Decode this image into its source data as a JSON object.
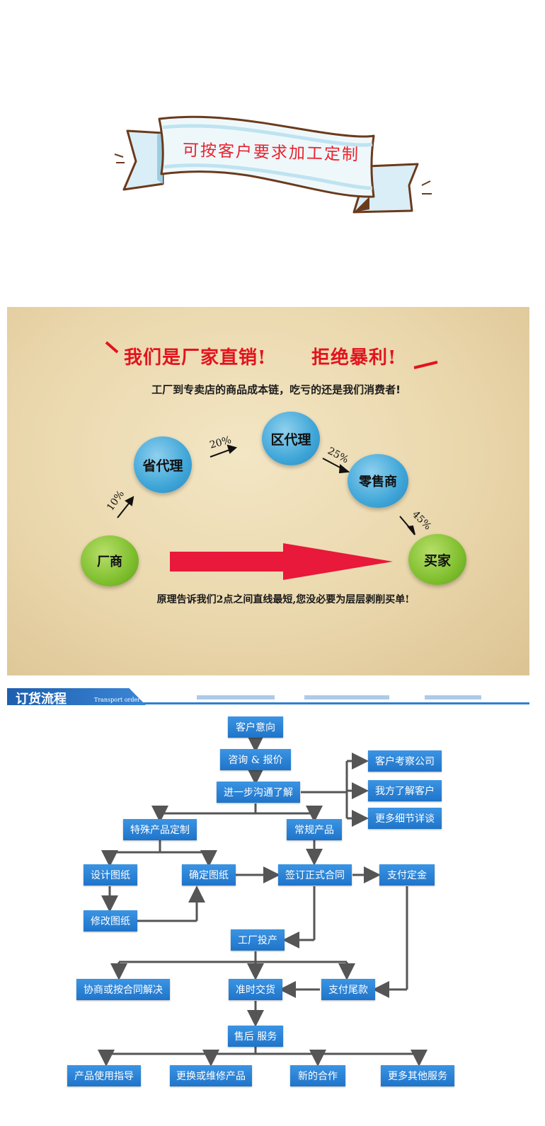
{
  "banner": {
    "text": "可按客户要求加工定制"
  },
  "supply_chain": {
    "title_left": "我们是厂家直销!",
    "title_right": "拒绝暴利!",
    "subtitle": "工厂到专卖店的商品成本链，吃亏的还是我们消费者!",
    "nodes": {
      "factory": "厂商",
      "province": "省代理",
      "district": "区代理",
      "retail": "零售商",
      "buyer": "买家"
    },
    "percents": {
      "p1": "10%",
      "p2": "20%",
      "p3": "25%",
      "p4": "45%"
    },
    "footer": "原理告诉我们2点之间直线最短,您没必要为层层剥削买单!",
    "colors": {
      "title": "#e1141e",
      "arrow": "#e8193a",
      "node_blue": "#3fa6d8",
      "node_green": "#7fbf2e"
    }
  },
  "order_flow": {
    "header_title": "订货流程",
    "header_sub": "Transport order",
    "steps": {
      "intent": "客户意向",
      "inquiry": "咨询 & 报价",
      "understand": "进一步沟通了解",
      "visit": "客户考察公司",
      "we_visit": "我方了解客户",
      "details": "更多细节详谈",
      "custom": "特殊产品定制",
      "regular": "常规产品",
      "design": "设计图纸",
      "confirm": "确定图纸",
      "contract": "签订正式合同",
      "deposit": "支付定金",
      "modify": "修改图纸",
      "production": "工厂投产",
      "negotiate": "协商或按合同解决",
      "delivery": "准时交货",
      "balance": "支付尾款",
      "after_sales": "售后 服务",
      "guide": "产品使用指导",
      "replace": "更换或维修产品",
      "new_coop": "新的合作",
      "more": "更多其他服务"
    },
    "colors": {
      "box": "#2a82d6",
      "line": "#555555"
    }
  }
}
